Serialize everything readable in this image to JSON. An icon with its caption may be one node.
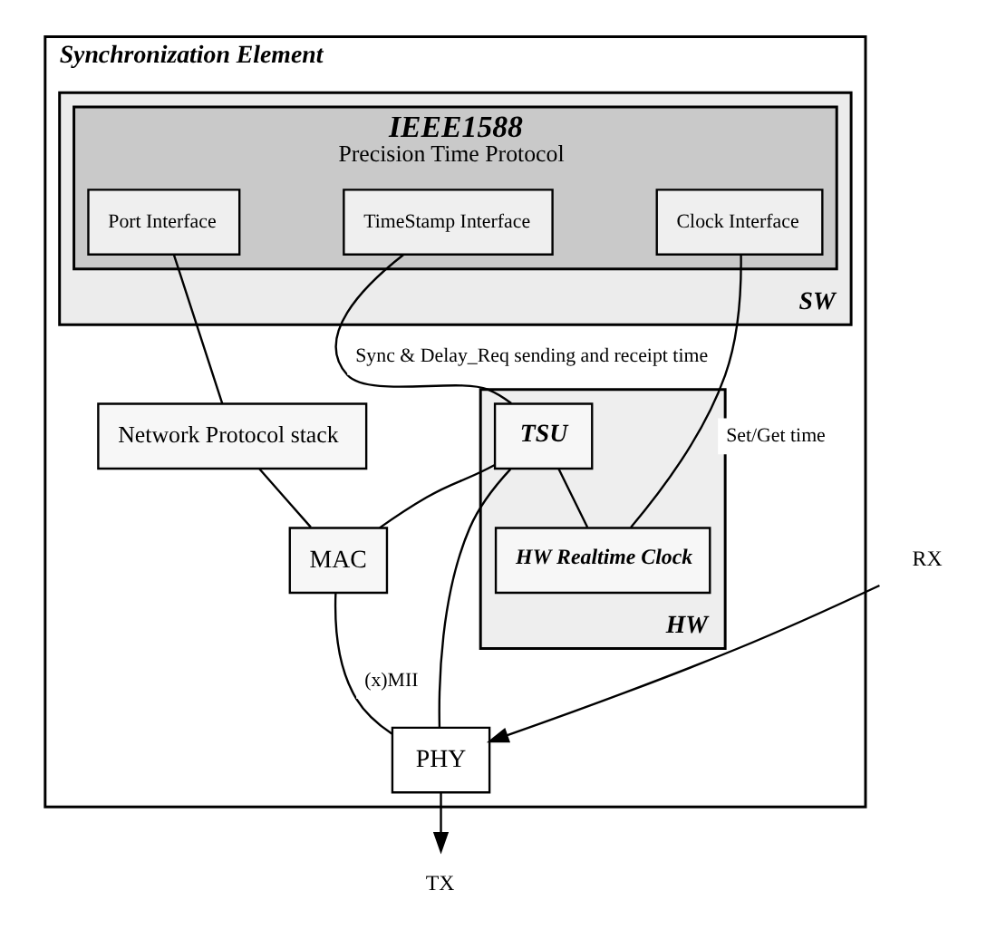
{
  "diagram": {
    "nodes": [
      {
        "text": [
          "Synchronization Element"
        ]
      },
      {
        "text": [
          "SW"
        ],
        "in": 0
      },
      {
        "text": [
          "IEEE1588",
          "Precision Time Protocol"
        ],
        "in": 1
      },
      {
        "text": [
          "Port Interface"
        ],
        "in": 2
      },
      {
        "text": [
          "TimeStamp Interface"
        ],
        "in": 2
      },
      {
        "text": [
          "Clock Interface"
        ],
        "in": 2
      },
      {
        "text": [
          "Network Protocol stack"
        ],
        "in": 0
      },
      {
        "text": [
          "HW"
        ],
        "in": 0
      },
      {
        "text": [
          "TSU"
        ],
        "in": 7
      },
      {
        "text": [
          "HW Realtime Clock"
        ],
        "in": 7
      },
      {
        "text": [
          "MAC"
        ],
        "in": 0
      },
      {
        "text": [
          "PHY"
        ],
        "in": 0
      },
      {
        "text": [
          "TX"
        ]
      },
      {
        "text": [
          "RX"
        ]
      }
    ],
    "edges": [
      {
        "from": 3,
        "to": 6,
        "arrow": "none"
      },
      {
        "from": 4,
        "to": 8,
        "arrow": "none",
        "label": "Sync & Delay_Req sending and receipt time"
      },
      {
        "from": 5,
        "to": 9,
        "arrow": "none",
        "label": "Set/Get time"
      },
      {
        "from": 8,
        "to": 9,
        "arrow": "none"
      },
      {
        "from": 6,
        "to": 10,
        "arrow": "none"
      },
      {
        "from": 10,
        "to": 11,
        "arrow": "none",
        "label": "(x)MII"
      },
      {
        "from": 8,
        "to": 10,
        "arrow": "none"
      },
      {
        "from": 8,
        "to": 11,
        "arrow": "none"
      },
      {
        "from": 11,
        "to": 12,
        "arrow": "to"
      },
      {
        "from": 13,
        "to": 11,
        "arrow": "to"
      }
    ]
  }
}
